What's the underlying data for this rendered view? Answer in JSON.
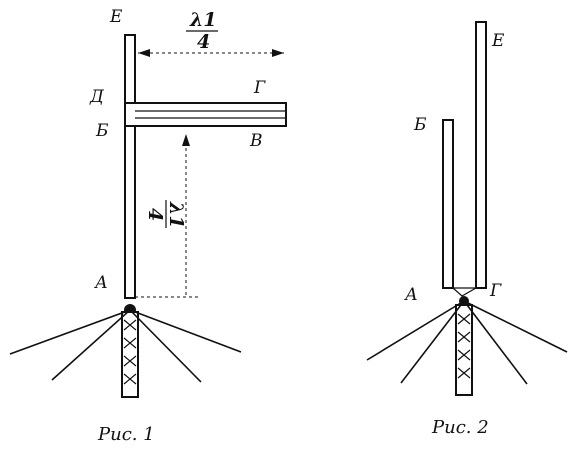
{
  "figure1": {
    "caption": "Рис. 1",
    "label_E": "Е",
    "label_D": "Д",
    "label_B_cyr": "Б",
    "label_G": "Г",
    "label_V": "В",
    "label_A": "А",
    "dim_top_num": "λ1",
    "dim_top_den": "4",
    "dim_side_num": "λ1",
    "dim_side_den": "4"
  },
  "figure2": {
    "caption": "Рис. 2",
    "label_B_cyr": "Б",
    "label_E": "Е",
    "label_A": "А",
    "label_G": "Г"
  },
  "colors": {
    "ink": "#111111",
    "paper": "#ffffff"
  }
}
